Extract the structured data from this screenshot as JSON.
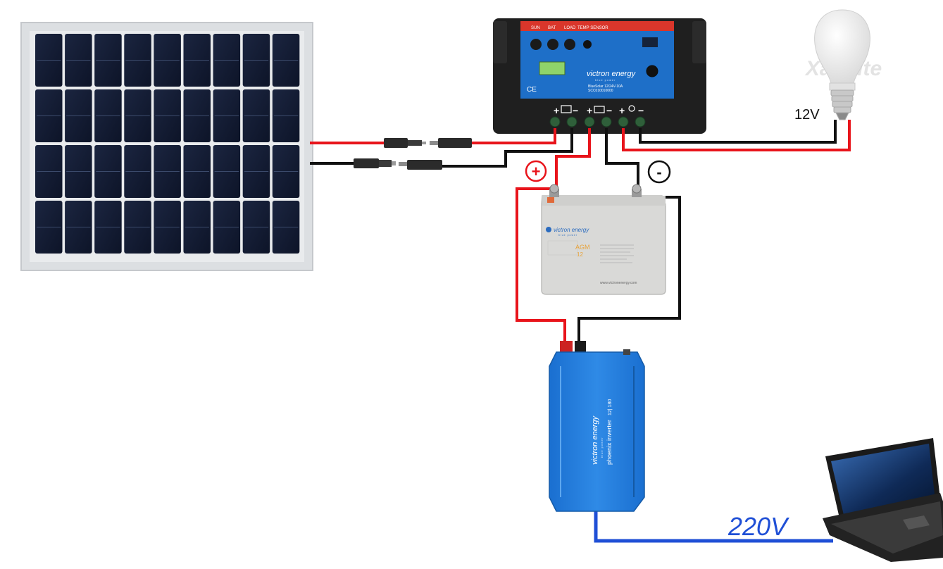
{
  "components": {
    "solar_panel": {
      "name": "solar-panel"
    },
    "charge_controller": {
      "brand": "victron energy",
      "tagline": "blue power",
      "model": "BlueSolar 12/24V-10A",
      "model_line2": "SCC010010000",
      "status_labels": [
        "SUN",
        "BAT",
        "LOAD",
        "TEMP SENSOR"
      ],
      "terminal_groups": [
        "+",
        "−",
        "+",
        "−",
        "+",
        "−"
      ]
    },
    "battery": {
      "brand": "victron energy",
      "tagline": "blue power",
      "type": "AGM",
      "voltage": "12",
      "website": "www.victronenergy.com"
    },
    "inverter": {
      "brand": "victron energy",
      "tagline": "blue power",
      "model": "phoenix inverter",
      "rating": "12| 180"
    },
    "bulb": {
      "brand": "XanLite",
      "voltage_label": "12V"
    },
    "laptop": {
      "name": "laptop"
    }
  },
  "labels": {
    "plus_sign": "+",
    "minus_sign": "-",
    "ac_voltage": "220V"
  },
  "colors": {
    "positive_wire": "#e8141b",
    "negative_wire": "#111111",
    "ac_wire": "#1f4fd6",
    "victron_blue": "#1e73c9"
  }
}
